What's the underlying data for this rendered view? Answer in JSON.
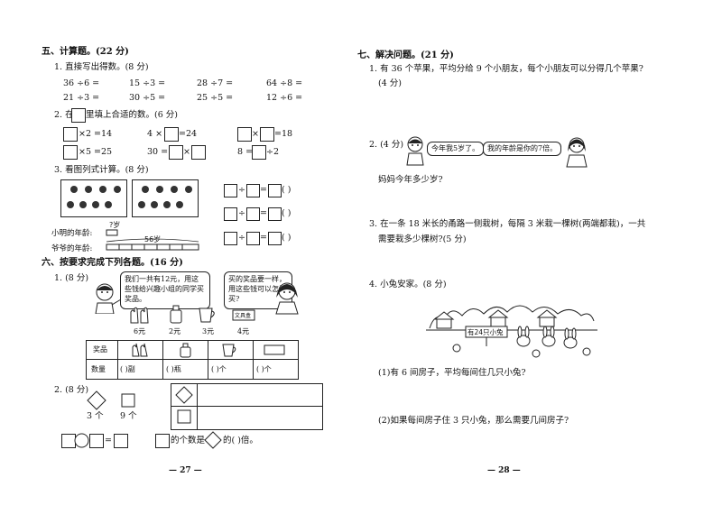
{
  "left": {
    "s5": {
      "title": "五、计算题。(22 分)",
      "q1": {
        "label": "1. 直接写出得数。(8 分)",
        "row1": [
          "36 ÷6 =",
          "15 ÷3 =",
          "28 ÷7 =",
          "64 ÷8 ="
        ],
        "row2": [
          "21 ÷3 =",
          "30 ÷5 =",
          "25 ÷5 =",
          "12 ÷6 ="
        ]
      },
      "q2": {
        "label_a": "2. 在",
        "label_b": "里填上合适的数。(6 分)",
        "e1": "×2 =14",
        "e2a": "4 ×",
        "e2b": "=24",
        "e3": "=18",
        "e4": "×5 =25",
        "e5a": "30 =",
        "e5b": "×",
        "e6a": "8 =",
        "e6b": "÷2"
      },
      "q3": {
        "label": "3. 看图列式计算。(8 分)",
        "xiaoming": "小明的年龄:",
        "yeye": "爷爷的年龄:",
        "q_age": "?岁",
        "age56": "56岁",
        "paren": "(      )"
      }
    },
    "s6": {
      "title": "六、按要求完成下列各题。(16 分)",
      "q1": {
        "label": "1. (8 分)",
        "bubble1": "我们一共有12元，用这些钱给兴趣小组的同学买奖品。",
        "bubble2": "买的奖品要一样，用这些钱可以怎样买?",
        "prices": [
          "6元",
          "2元",
          "3元",
          "4元"
        ],
        "item_box": "文具盒",
        "table_head": "奖品",
        "table_qty": "数量",
        "units": [
          "(    )副",
          "(    )瓶",
          "(    )个",
          "(    )个"
        ]
      },
      "q2": {
        "label": "2. (8 分)",
        "c1": "3 个",
        "c2": "9 个",
        "eq": "=",
        "t1": "的个数是",
        "t2": "的(     )倍。"
      }
    },
    "page": "— 27 —"
  },
  "right": {
    "s7": {
      "title": "七、解决问题。(21 分)",
      "q1": {
        "text": "1. 有 36 个苹果，平均分给 9 个小朋友，每个小朋友可以分得几个苹果?",
        "score": "(4 分)"
      },
      "q2": {
        "label": "2. (4 分)",
        "bubble1": "今年我5岁了。",
        "bubble2": "我的年龄是你的7倍。",
        "question": "妈妈今年多少岁?"
      },
      "q3": {
        "line1": "3. 在一条 18 米长的甬路一侧栽树，每隔 3 米栽一棵树(两端都栽)，一共",
        "line2": "需要栽多少棵树?(5 分)"
      },
      "q4": {
        "label": "4. 小兔安家。(8 分)",
        "sign": "有24只小兔",
        "sub1": "(1)有 6 间房子，平均每间住几只小兔?",
        "sub2": "(2)如果每间房子住 3 只小兔，那么需要几间房子?"
      }
    },
    "page": "— 28 —"
  }
}
